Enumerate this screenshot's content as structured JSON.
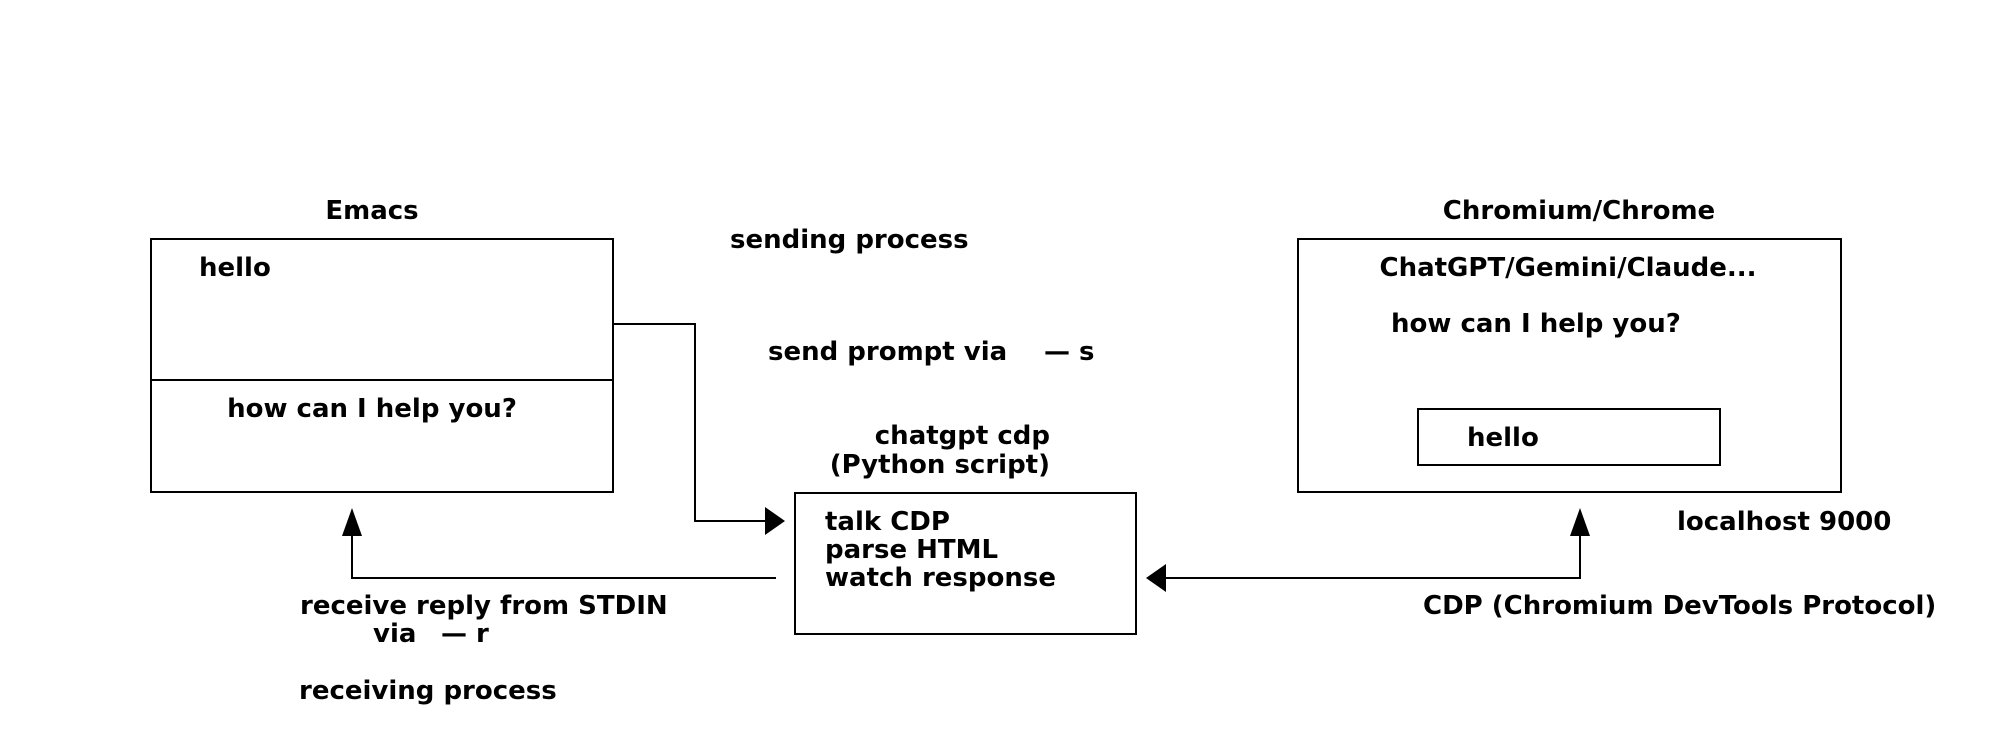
{
  "emacs": {
    "title": "Emacs",
    "prompt_text": "hello",
    "reply_text": "how can I help you?"
  },
  "chromium": {
    "title": "Chromium/Chrome",
    "app_name": "ChatGPT/Gemini/Claude...",
    "reply_text": "how can I help you?",
    "input_text": "hello",
    "port_label": "localhost 9000"
  },
  "sending": {
    "title": "sending process",
    "via_label": "send prompt via",
    "flag": "— s"
  },
  "script": {
    "name": "chatgpt cdp",
    "subtitle": "(Python script)",
    "lines": [
      "talk CDP",
      "parse HTML",
      "watch response"
    ]
  },
  "receiving": {
    "reply_label": "receive reply from STDIN",
    "via_label": "via",
    "flag": "— r",
    "title": "receiving process"
  },
  "protocol_label": "CDP (Chromium DevTools Protocol)"
}
